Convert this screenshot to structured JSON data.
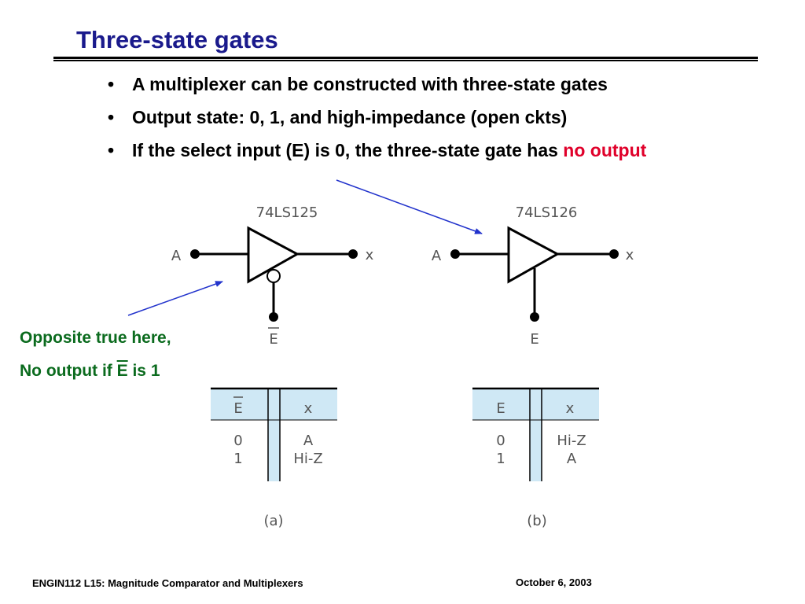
{
  "slide": {
    "title": "Three-state gates",
    "bullets": [
      {
        "text": "A multiplexer can be constructed with three-state gates"
      },
      {
        "text": "Output state: 0, 1, and high-impedance (open ckts)"
      },
      {
        "text": "If the select input (E) is 0, the three-state gate has ",
        "highlight": "no output"
      }
    ],
    "note_line1": "Opposite true here,",
    "note_line2_prefix": "No output if ",
    "note_line2_symbol": "E",
    "note_line2_suffix": " is 1",
    "footer_left": "ENGIN112  L15: Magnitude Comparator and Multiplexers",
    "footer_right": "October 6, 2003",
    "colors": {
      "title": "#1a1a8c",
      "highlight": "#e0002a",
      "note": "#0b6b1e",
      "arrow": "#2233cc",
      "table_fill": "#cfe8f5"
    }
  },
  "gate_a": {
    "part": "74LS125",
    "input_label": "A",
    "output_label": "x",
    "enable_label": "E",
    "enable_active_low": true,
    "table": {
      "headers": [
        "E",
        "x"
      ],
      "rows": [
        [
          "0",
          "A"
        ],
        [
          "1",
          "Hi-Z"
        ]
      ]
    },
    "caption": "(a)"
  },
  "gate_b": {
    "part": "74LS126",
    "input_label": "A",
    "output_label": "x",
    "enable_label": "E",
    "enable_active_low": false,
    "table": {
      "headers": [
        "E",
        "x"
      ],
      "rows": [
        [
          "0",
          "Hi-Z"
        ],
        [
          "1",
          "A"
        ]
      ]
    },
    "caption": "(b)"
  }
}
